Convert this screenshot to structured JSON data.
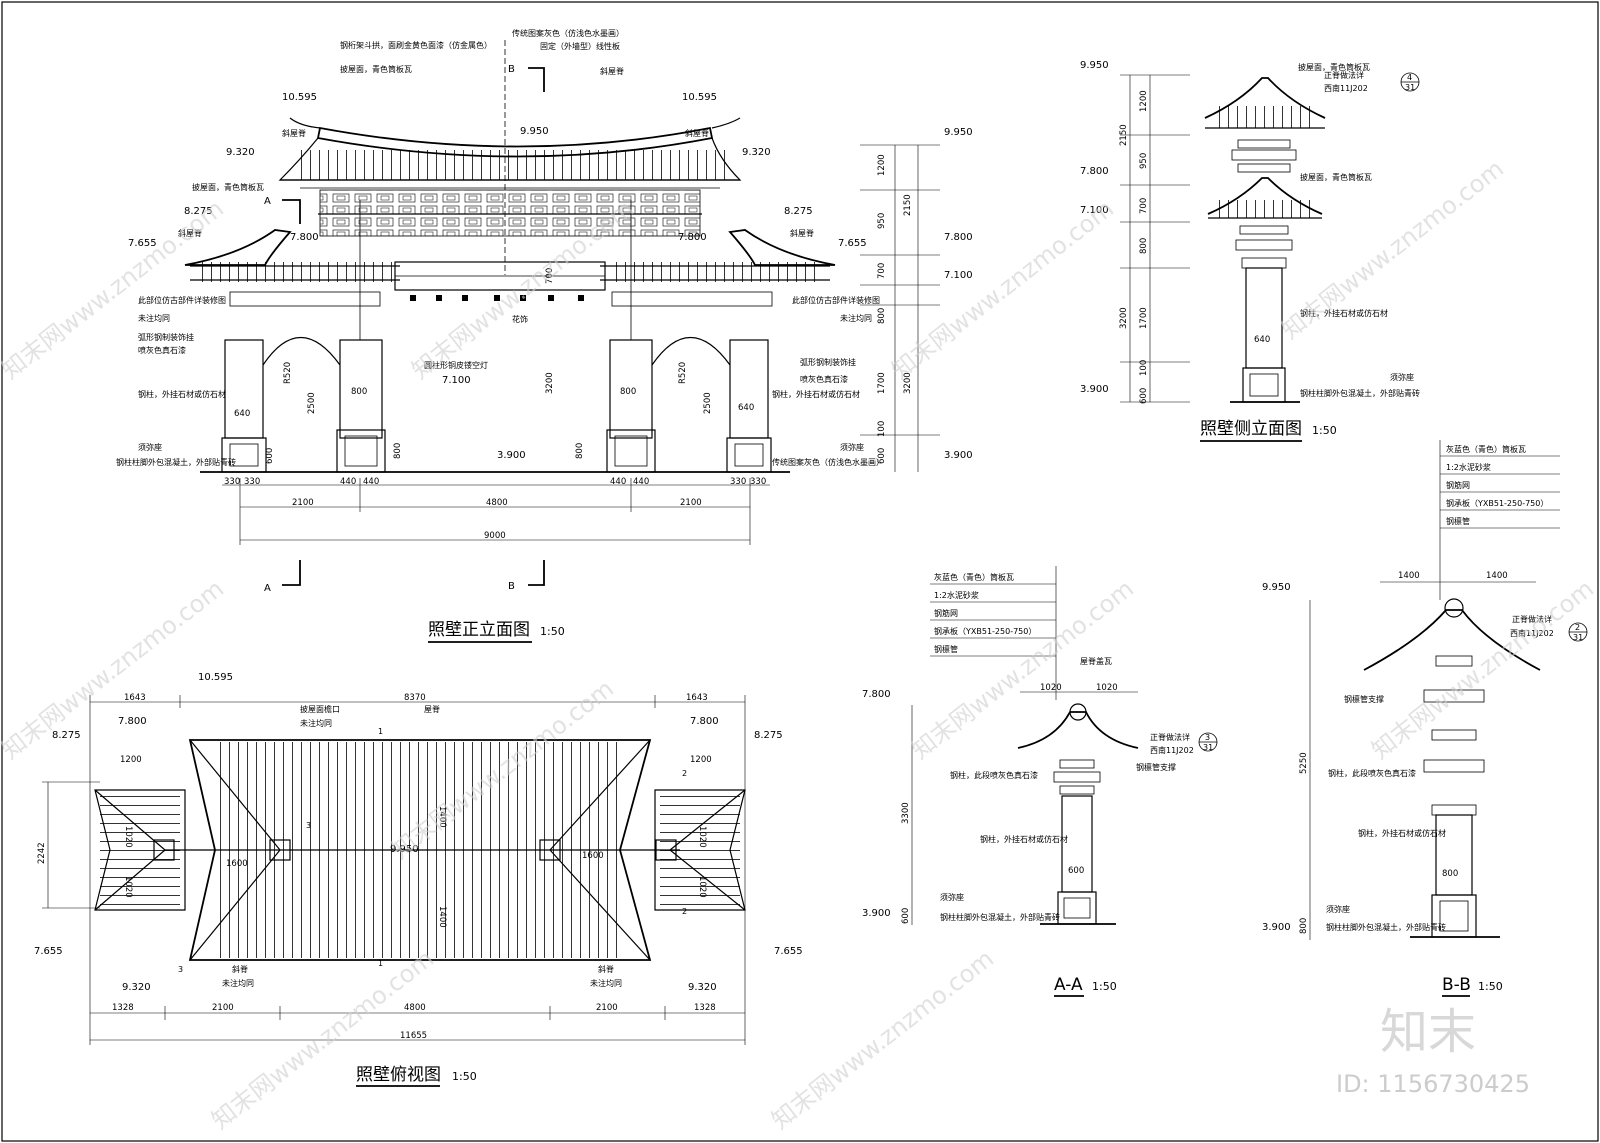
{
  "front": {
    "title": "照壁正立面图",
    "scale": "1:50",
    "elev": {
      "e10595_l": "10.595",
      "e10595_r": "10.595",
      "e9950_c": "9.950",
      "e9950_r": "9.950",
      "e9320_l": "9.320",
      "e9320_r": "9.320",
      "e8275_l": "8.275",
      "e8275_r": "8.275",
      "e7800_l": "7.800",
      "e7800_r": "7.800",
      "e7800_far": "7.800",
      "e7655_l": "7.655",
      "e7655_r": "7.655",
      "e7100_far": "7.100",
      "e7100_lamp": "7.100",
      "e3900_c": "3.900",
      "e3900_r": "3.900"
    },
    "dims": {
      "v1200": "1200",
      "v950": "950",
      "v700a": "700",
      "v700b": "700",
      "v800": "800",
      "v1700": "1700",
      "v600": "600",
      "v100": "100",
      "v2150": "2150",
      "v3200": "3200",
      "v3200c": "3200",
      "v2500l": "2500",
      "v2500r": "2500",
      "v800l": "800",
      "v800r": "800",
      "v600l": "600",
      "r520l": "R520",
      "r520r": "R520",
      "c800l": "800",
      "c800r": "800",
      "c640l": "640",
      "c640r": "640",
      "h330a": "330",
      "h330b": "330",
      "h440a": "440",
      "h440b": "440",
      "h440c": "440",
      "h440d": "440",
      "h330c": "330",
      "h330d": "330",
      "h2100l": "2100",
      "h4800": "4800",
      "h2100r": "2100",
      "h9000": "9000"
    },
    "notes": {
      "n1": "钢桁架斗拱，面刷金黄色面漆（仿金属色）",
      "n2": "传统图案灰色（仿浅色水墨画）",
      "n3": "固定（外墙型）线性板",
      "n4": "披屋面，青色筒板瓦",
      "n5": "斜屋脊",
      "n6": "斜屋脊",
      "n7": "斜屋脊",
      "n8": "斜屋脊",
      "n9": "披屋面，青色筒板瓦",
      "n10": "斜屋脊",
      "n11": "此部位仿古部件详装修图",
      "n12": "未注均同",
      "n13": "弧形钢制装饰挂",
      "n14": "喷灰色真石漆",
      "n15": "钢柱，外挂石材或仿石材",
      "n16": "须弥座",
      "n17": "钢柱柱脚外包混凝土，外部贴青砖",
      "n18": "圆柱形铜皮镂空灯",
      "n19": "花饰",
      "n20": "此部位仿古部件详装修图",
      "n21": "未注均同",
      "n22": "弧形钢制装饰挂",
      "n23": "喷灰色真石漆",
      "n24": "钢柱，外挂石材或仿石材",
      "n25": "须弥座",
      "n26": "传统图案灰色（仿浅色水墨画）"
    },
    "sec_a": "A",
    "sec_a2": "A",
    "sec_b": "B",
    "sec_b2": "B"
  },
  "side": {
    "title": "照壁侧立面图",
    "scale": "1:50",
    "elev": {
      "e9950": "9.950",
      "e7800": "7.800",
      "e7100": "7.100",
      "e3900": "3.900"
    },
    "dims": {
      "v1200": "1200",
      "v950": "950",
      "v700": "700",
      "v800": "800",
      "v1700": "1700",
      "v600": "600",
      "v100": "100",
      "v2150": "2150",
      "v3200": "3200",
      "w640": "640"
    },
    "notes": {
      "n1": "披屋面，青色筒板瓦",
      "n2": "正脊做法详",
      "n3": "西南11J202",
      "n4": "披屋面，青色筒板瓦",
      "n5": "钢柱，外挂石材或仿石材",
      "n6": "须弥座",
      "n7": "钢柱柱脚外包混凝土，外部贴青砖",
      "ref_top": "4",
      "ref_bot": "31"
    }
  },
  "aa": {
    "title": "A-A",
    "scale": "1:50",
    "layers": [
      "灰蓝色（青色）筒板瓦",
      "1:2水泥砂浆",
      "钢筋网",
      "钢承板（YXB51-250-750）",
      "钢檩管"
    ],
    "elev": {
      "e7800": "7.800",
      "e3900": "3.900"
    },
    "dims": {
      "w1020a": "1020",
      "w1020b": "1020",
      "v3300": "3300",
      "v600": "600",
      "w600": "600"
    },
    "notes": {
      "n1": "屋脊盖瓦",
      "n2": "正脊做法详",
      "n3": "西南11J202",
      "n4": "钢柱，此段喷灰色真石漆",
      "n5": "钢檩管支撑",
      "n6": "钢柱，外挂石材或仿石材",
      "n7": "须弥座",
      "n8": "钢柱柱脚外包混凝土，外部贴青砖",
      "ref_top": "3",
      "ref_bot": "31"
    }
  },
  "bb": {
    "title": "B-B",
    "scale": "1:50",
    "layers": [
      "灰蓝色（青色）筒板瓦",
      "1:2水泥砂浆",
      "钢筋网",
      "钢承板（YXB51-250-750）",
      "钢檩管"
    ],
    "elev": {
      "e9950": "9.950",
      "e3900": "3.900"
    },
    "dims": {
      "w1400a": "1400",
      "w1400b": "1400",
      "v5250": "5250",
      "v800": "800",
      "w800": "800"
    },
    "notes": {
      "n1": "正脊做法详",
      "n2": "西南11J202",
      "n3": "钢檩管支撑",
      "n4": "钢柱，此段喷灰色真石漆",
      "n5": "钢柱，外挂石材或仿石材",
      "n6": "须弥座",
      "n7": "钢柱柱脚外包混凝土，外部贴青砖",
      "ref_top": "2",
      "ref_bot": "31"
    }
  },
  "plan": {
    "title": "照壁俯视图",
    "scale": "1:50",
    "elev": {
      "e10595": "10.595",
      "e8275_l": "8.275",
      "e7800_l": "7.800",
      "e7800_r": "7.800",
      "e8275_r": "8.275",
      "e9950": "9.950",
      "e7655_l": "7.655",
      "e7655_r": "7.655",
      "e9320_l": "9.320",
      "e9320_r": "9.320"
    },
    "dims": {
      "t1643a": "1643",
      "t8370": "8370",
      "t1643b": "1643",
      "v2242": "2242",
      "v1200l": "1200",
      "v1200r": "1200",
      "v1020a": "1020",
      "v1020b": "1020",
      "v1020c": "1020",
      "v1020d": "1020",
      "v1400a": "1400",
      "v1400b": "1400",
      "h1600a": "1600",
      "h1600b": "1600",
      "b1328a": "1328",
      "b2100a": "2100",
      "b4800": "4800",
      "b2100b": "2100",
      "b1328b": "1328",
      "b11655": "11655"
    },
    "notes": {
      "n1": "披屋面檐口",
      "n2": "未注均同",
      "n3": "屋脊",
      "n4": "斜脊",
      "n5": "未注均同",
      "n6": "斜脊",
      "n7": "未注均同"
    },
    "marks": {
      "m1": "1",
      "m2": "1",
      "m3": "2",
      "m4": "2",
      "m5": "3",
      "m6": "3"
    }
  },
  "watermark": {
    "text": "知末网www.znzmo.com",
    "logo": "知末",
    "id": "ID: 1156730425"
  }
}
